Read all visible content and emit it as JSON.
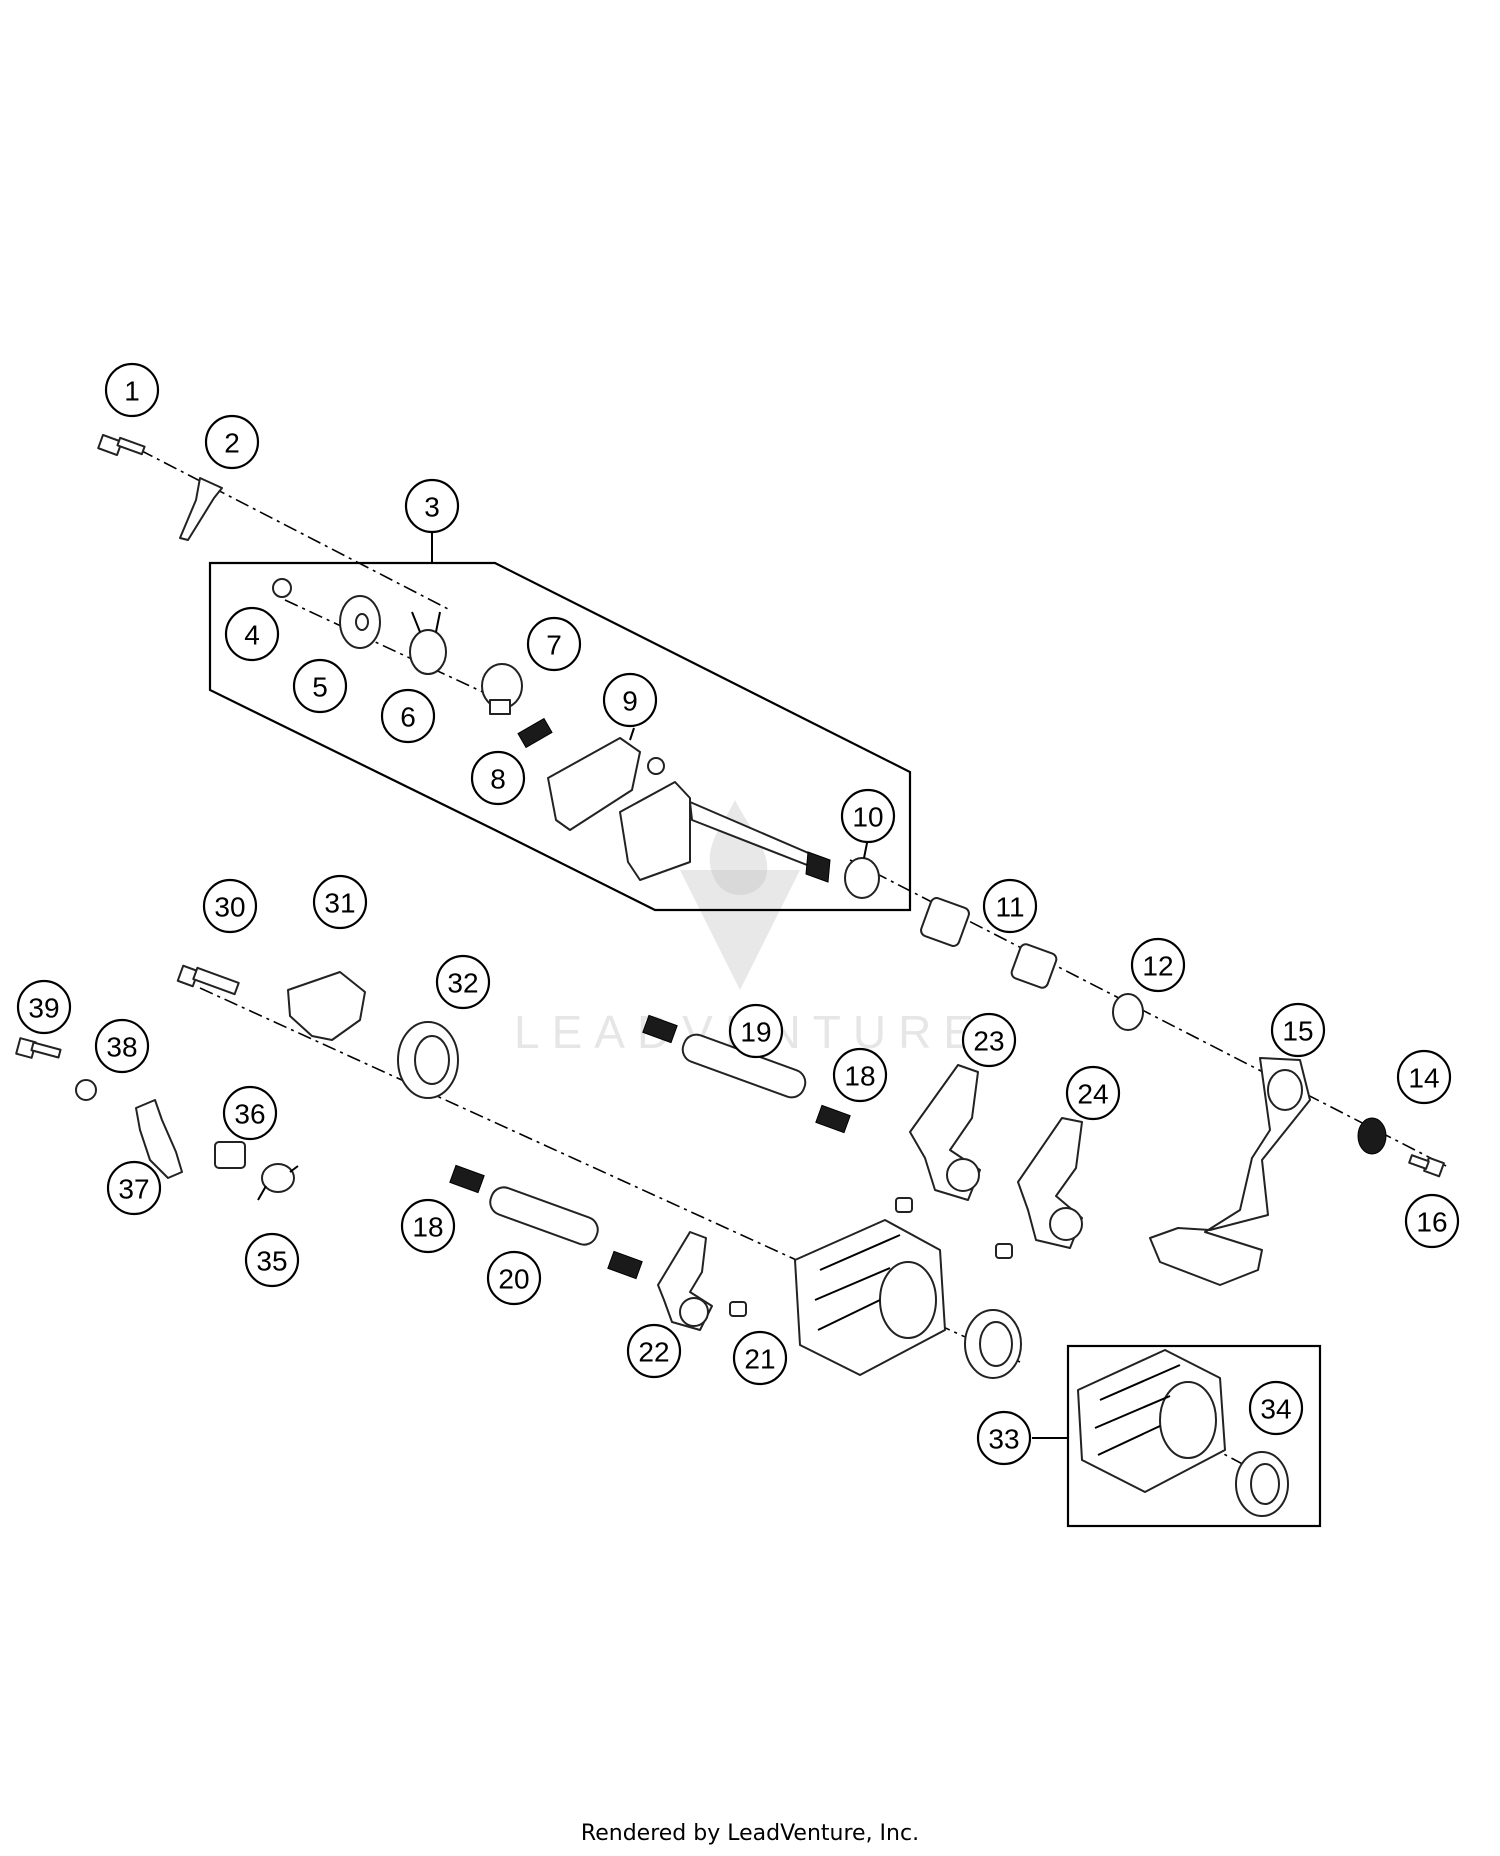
{
  "watermark": {
    "text": "LEADVENTURE"
  },
  "footer": {
    "text": "Rendered by LeadVenture, Inc."
  },
  "callouts": [
    {
      "label": "1"
    },
    {
      "label": "2"
    },
    {
      "label": "3"
    },
    {
      "label": "4"
    },
    {
      "label": "5"
    },
    {
      "label": "6"
    },
    {
      "label": "7"
    },
    {
      "label": "8"
    },
    {
      "label": "9"
    },
    {
      "label": "10"
    },
    {
      "label": "11"
    },
    {
      "label": "12"
    },
    {
      "label": "15"
    },
    {
      "label": "14"
    },
    {
      "label": "16"
    },
    {
      "label": "30"
    },
    {
      "label": "31"
    },
    {
      "label": "32"
    },
    {
      "label": "39"
    },
    {
      "label": "38"
    },
    {
      "label": "36"
    },
    {
      "label": "37"
    },
    {
      "label": "35"
    },
    {
      "label": "19"
    },
    {
      "label": "18"
    },
    {
      "label": "23"
    },
    {
      "label": "24"
    },
    {
      "label": "18"
    },
    {
      "label": "20"
    },
    {
      "label": "22"
    },
    {
      "label": "21"
    },
    {
      "label": "33"
    },
    {
      "label": "34"
    }
  ]
}
